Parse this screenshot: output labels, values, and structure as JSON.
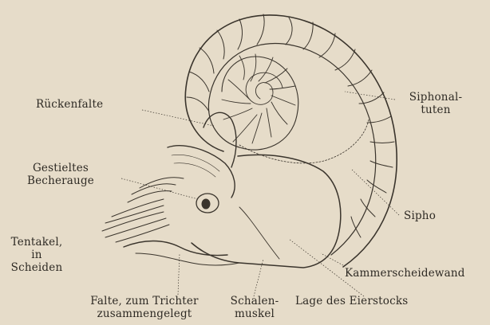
{
  "figure": {
    "labels": {
      "rueckenfalte": "Rückenfalte",
      "gestieltes_l1": "Gestieltes",
      "gestieltes_l2": "Becherauge",
      "tentakel_l1": "Tentakel,",
      "tentakel_l2": "in",
      "tentakel_l3": "Scheiden",
      "falte_l1": "Falte, zum Trichter",
      "falte_l2": "zusammengelegt",
      "schalen_l1": "Schalen-",
      "schalen_l2": "muskel",
      "lage": "Lage des Eierstocks",
      "siphonal_l1": "Siphonal-",
      "siphonal_l2": "tuten",
      "sipho": "Sipho",
      "kammer": "Kammerscheidewand"
    },
    "colors": {
      "paper": "#e6dcc9",
      "ink": "#2e2a24"
    }
  }
}
